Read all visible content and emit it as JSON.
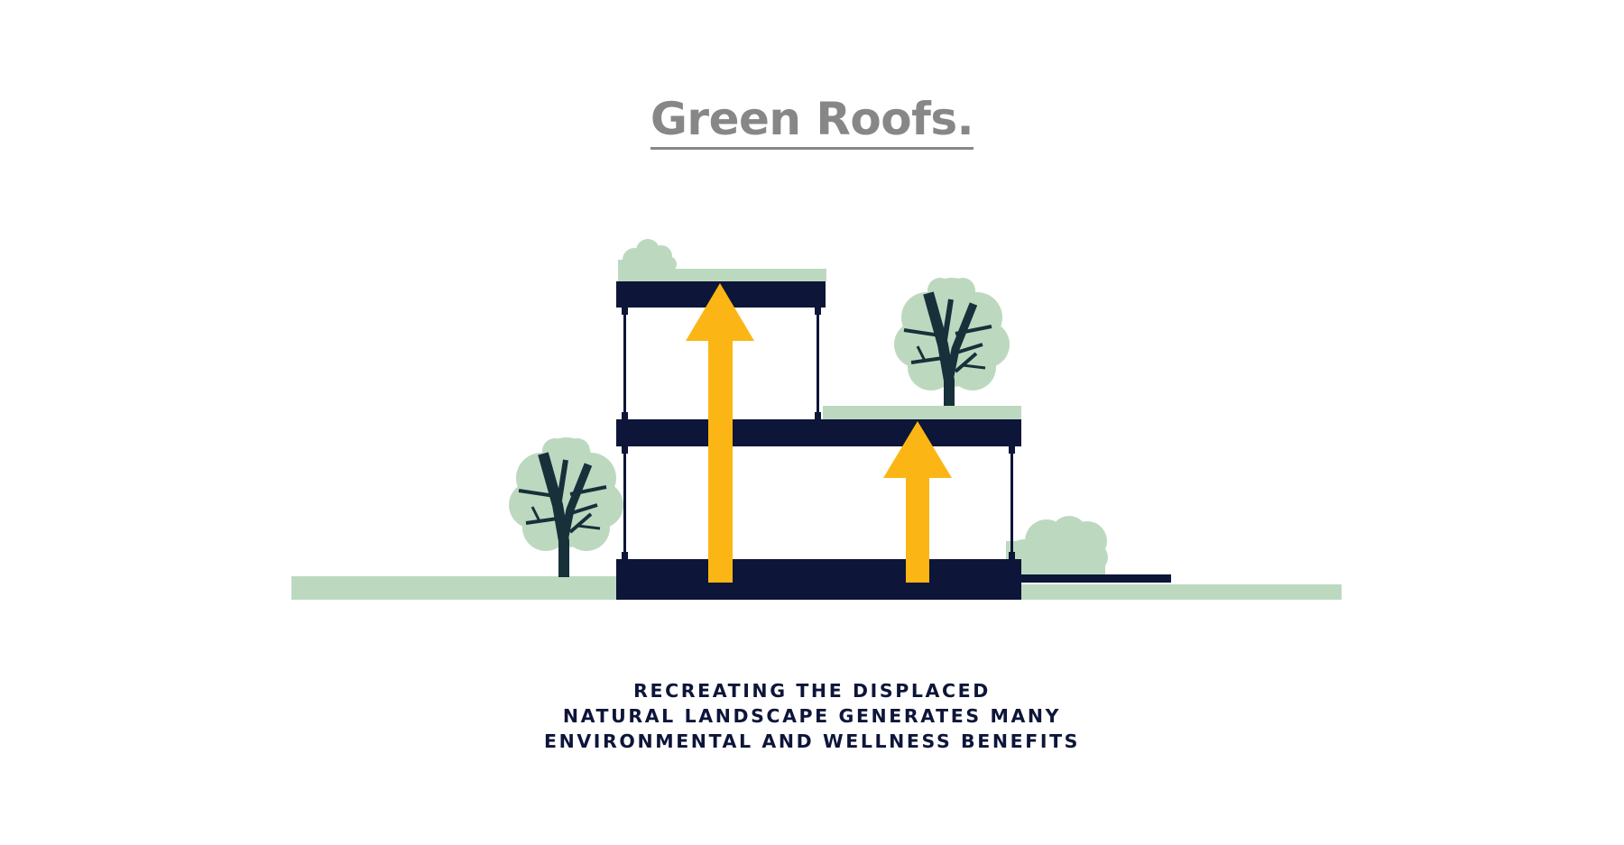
{
  "title": "Green Roofs.",
  "caption": {
    "lines": [
      "RECREATING THE DISPLACED",
      "NATURAL LANDSCAPE GENERATES MANY",
      "ENVIRONMENTAL AND WELLNESS BENEFITS"
    ]
  },
  "colors": {
    "title": "#878787",
    "structure": "#0d1539",
    "greenery": "#bcd9c0",
    "tree_trunk": "#17303a",
    "arrow": "#fbb615",
    "caption": "#0d1539",
    "background": "#ffffff"
  },
  "illustration": {
    "building_levels": 2,
    "arrows": [
      "tall-arrow-to-upper-roof",
      "short-arrow-to-lower-roof"
    ],
    "trees": [
      "left-ground-tree",
      "roof-tree"
    ],
    "bushes": [
      "upper-roof-bush",
      "right-ground-bush"
    ]
  }
}
